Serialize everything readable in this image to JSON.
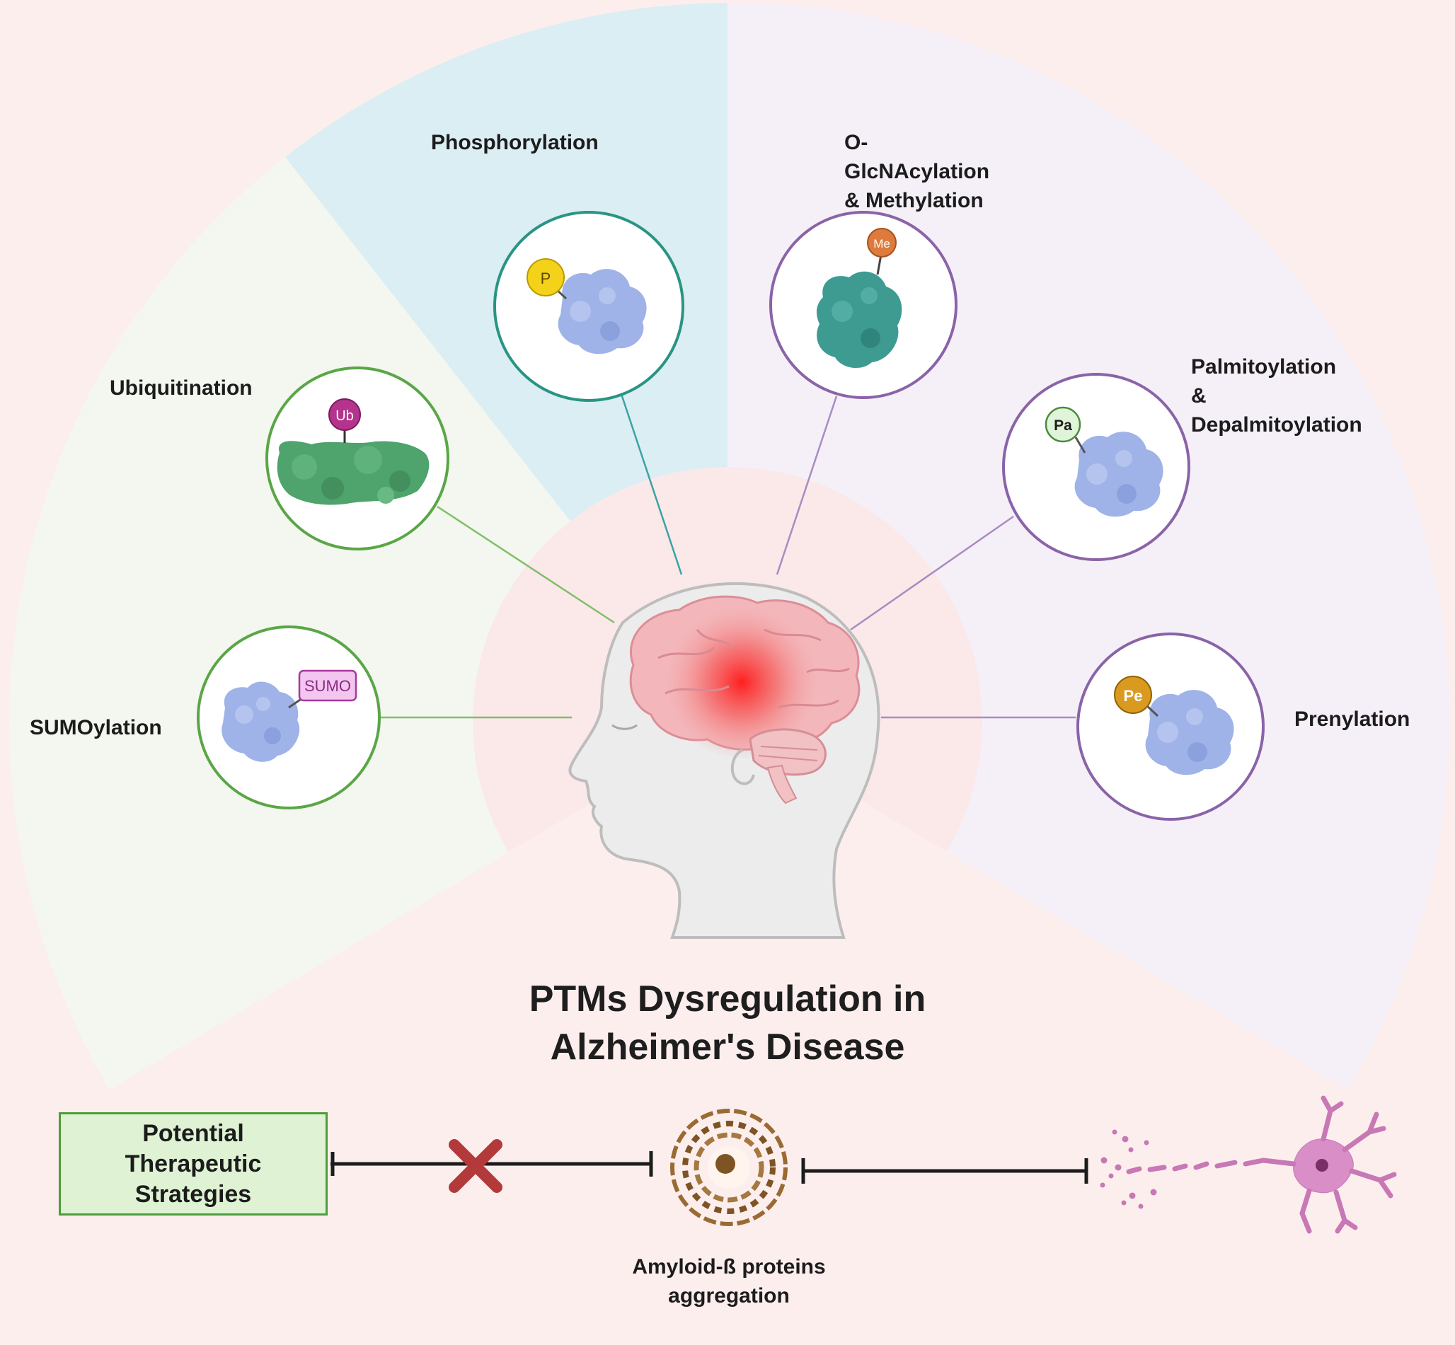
{
  "title": {
    "line1": "PTMs Dysregulation in",
    "line2": "Alzheimer's Disease"
  },
  "ptms": {
    "phosphorylation": {
      "label": "Phosphorylation",
      "tag": "P"
    },
    "oglcnac": {
      "line1": "O-",
      "line2": "GlcNAcylation",
      "line3": "& Methylation",
      "tag": "Me"
    },
    "ubiquitination": {
      "label": "Ubiquitination",
      "tag": "Ub"
    },
    "palmitoylation": {
      "line1": "Palmitoylation",
      "line2": "&",
      "line3": "Depalmitoylation",
      "tag": "Pa"
    },
    "sumoylation": {
      "label": "SUMOylation",
      "tag": "SUMO"
    },
    "prenylation": {
      "label": "Prenylation",
      "tag": "Pe"
    }
  },
  "therapy": {
    "line1": "Potential",
    "line2": "Therapeutic",
    "line3": "Strategies"
  },
  "amyloid": {
    "line1": "Amyloid-ß proteins",
    "line2": "aggregation"
  },
  "colors": {
    "background": "#fdeeee",
    "green_sector": "#f3f7ef",
    "blue_sector": "#dbeef3",
    "purple_sector": "#f5f0f8",
    "green_ring": "#5aa647",
    "teal_ring": "#2a9484",
    "purple_ring": "#8a63a8",
    "protein_blue": "#9fb3e8",
    "protein_teal": "#3e9b92",
    "protein_green": "#4fa36c",
    "phosphate_yellow": "#f5d21a",
    "ub_magenta": "#b4348d",
    "sumo_pink": "#f2c6ef",
    "pa_green": "#e0f4da",
    "pe_gold": "#d99a1f",
    "me_orange": "#dd7a3c",
    "inhibit_x": "#b33a3a",
    "neuron": "#c878b4"
  },
  "icons": [
    "protein-blob-icon",
    "brain-head-icon",
    "amyloid-plaque-icon",
    "neuron-icon",
    "x-mark-icon",
    "inhibition-arrow-icon"
  ]
}
